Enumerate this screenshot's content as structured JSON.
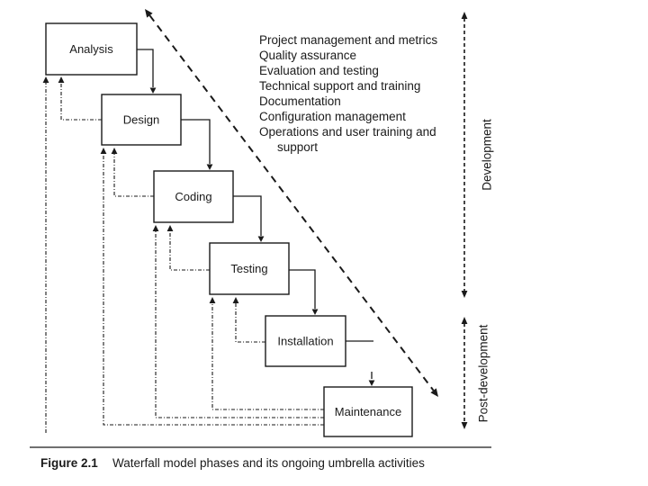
{
  "colors": {
    "ink": "#1a1a1a",
    "background": "#ffffff"
  },
  "phases": [
    {
      "label": "Analysis"
    },
    {
      "label": "Design"
    },
    {
      "label": "Coding"
    },
    {
      "label": "Testing"
    },
    {
      "label": "Installation"
    },
    {
      "label": "Maintenance"
    }
  ],
  "umbrella": {
    "lines": [
      "Project management and metrics",
      "Quality assurance",
      "Evaluation and testing",
      "Technical support and training",
      "Documentation",
      "Configuration management",
      "Operations and user training and",
      "support"
    ]
  },
  "side_labels": {
    "development": "Development",
    "post_development": "Post-development"
  },
  "caption": {
    "figure_label": "Figure 2.1",
    "text": "Waterfall model phases and its ongoing umbrella activities"
  }
}
